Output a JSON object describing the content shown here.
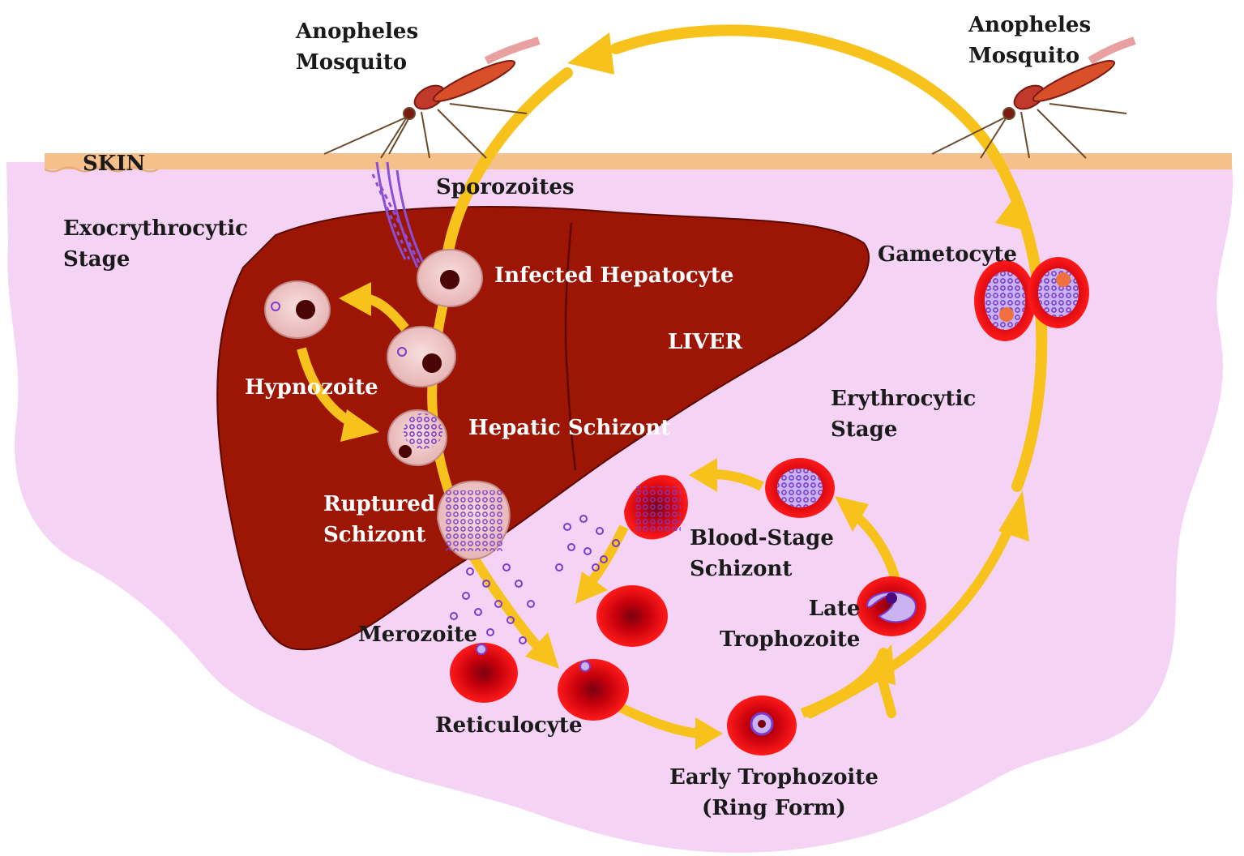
{
  "title": "",
  "labels": {
    "mosquito_left": [
      "Anopheles",
      "Mosquito"
    ],
    "mosquito_right": [
      "Anopheles",
      "Mosquito"
    ],
    "skin": "SKIN",
    "sporozoites": "Sporozoites",
    "exo_stage": [
      "Exocrythrocytic",
      "Stage"
    ],
    "infected_hepatocyte": "Infected Hepatocyte",
    "liver": "LIVER",
    "hypnozoite": "Hypnozoite",
    "hepatic_schizont": "Hepatic Schizont",
    "ruptured_schizont": [
      "Ruptured",
      "Schizont"
    ],
    "merozoite": "Merozoite",
    "reticulocyte": "Reticulocyte",
    "early_trophozoite": [
      "Early Trophozoite",
      "(Ring Form)"
    ],
    "late_trophozoite": [
      "Late",
      "Trophozoite"
    ],
    "blood_stage_schizont": [
      "Blood-Stage",
      "Schizont"
    ],
    "erythrocytic_stage": [
      "Erythrocytic",
      "Stage"
    ],
    "gametocyte": "Gametocyte"
  },
  "colors": {
    "skin": "#f5c08a",
    "tissue": "#f5d3f5",
    "liver": "#9c1505",
    "cycle_arrow": "#f7c21b",
    "rbc": "#e0000b",
    "parasite": "#8a4fd6",
    "hepatocyte": "#f0c8c8"
  }
}
